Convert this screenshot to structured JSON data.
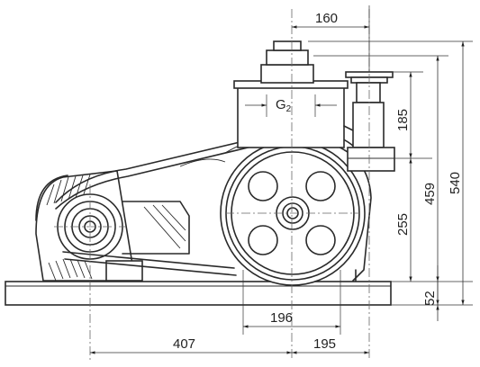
{
  "dimensions": {
    "d160": "160",
    "d185": "185",
    "d459": "459",
    "d540": "540",
    "d255": "255",
    "d52": "52",
    "d196": "196",
    "d407": "407",
    "d195": "195"
  },
  "labels": {
    "port_main": "G",
    "port_sub": "2"
  }
}
